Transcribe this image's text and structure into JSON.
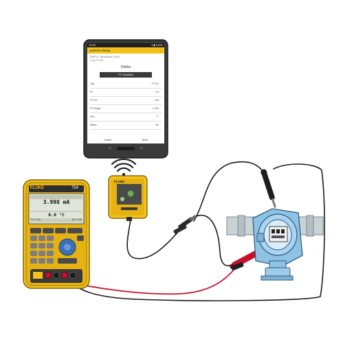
{
  "tablet": {
    "status_left": "10:09",
    "status_right": "▾ ▮ 100%",
    "app_title": "Device Setup",
    "subtitle_line1": "HART 6 - Rosemount 3144P",
    "subtitle_line2": "Loop TT-101",
    "screen_title": "Online",
    "primary_button": "PV Variables",
    "rows": [
      {
        "label": "Tag",
        "value": "TT-101"
      },
      {
        "label": "PV",
        "value": "0.0"
      },
      {
        "label": "PV AO",
        "value": "4.00"
      },
      {
        "label": "PV Range",
        "value": "0-100"
      },
      {
        "label": "Unit",
        "value": "°C"
      },
      {
        "label": "Status",
        "value": "OK"
      }
    ],
    "bottom_left": "Cancel",
    "bottom_right": "Send"
  },
  "calibrator": {
    "brand": "FLUKE",
    "model": "754",
    "reading_primary": "3.998 mA",
    "reading_secondary": "0.0 °C",
    "footer_left": "PV: 0.00",
    "footer_right": "AO: 4.00"
  },
  "modem": {
    "brand": "FLUKE"
  },
  "colors": {
    "fluke_yellow": "#f4c21b",
    "wire_red": "#c8102e",
    "wire_black": "#1a1a1a",
    "transmitter_blue": "#8fc3e6",
    "pipe_gray": "#c9d3d6"
  }
}
